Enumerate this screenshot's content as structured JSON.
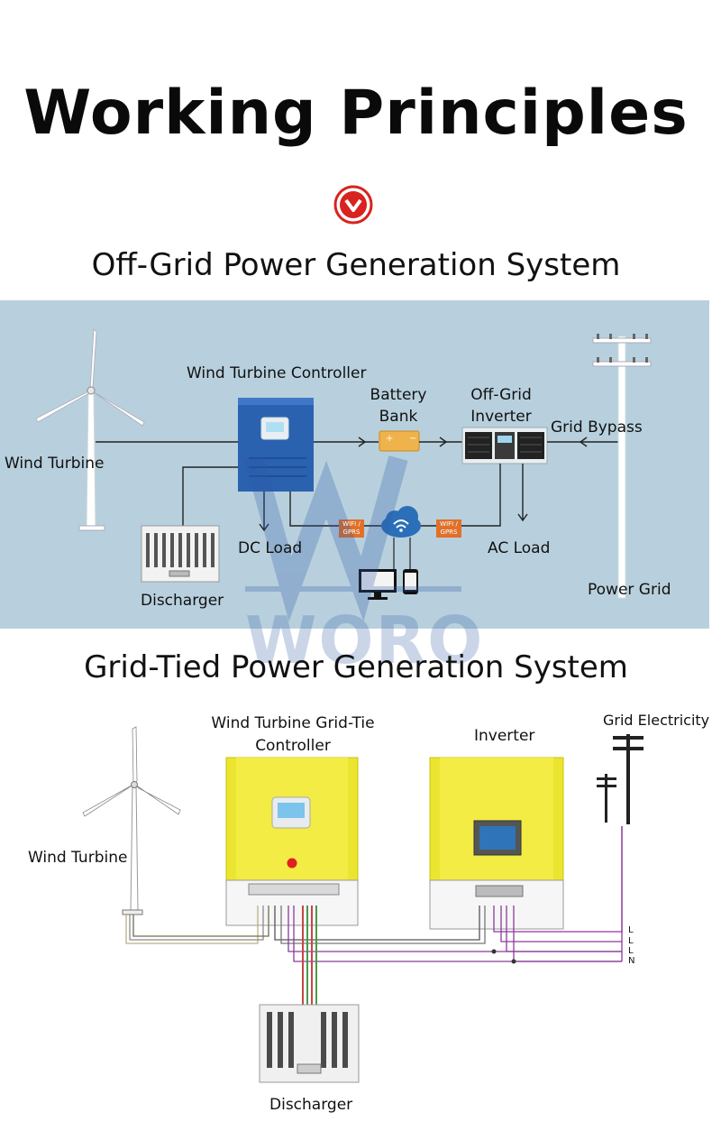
{
  "header": {
    "title": "Working Principles"
  },
  "colors": {
    "panel_bg": "#b8d0dd",
    "badge": "#d9231e",
    "controller_blue": "#2a62b0",
    "inverter_yellow": "#ece52f",
    "watermark": "#2f5aa8"
  },
  "icons": {
    "badge": "chevron-down-circle-icon",
    "cloud": "cloud-wifi-icon",
    "monitor": "monitor-icon",
    "phone": "phone-icon"
  },
  "off_grid": {
    "title": "Off-Grid Power Generation System",
    "labels": {
      "wind_turbine": "Wind Turbine",
      "controller": "Wind Turbine Controller",
      "battery_line1": "Battery",
      "battery_line2": "Bank",
      "inverter_line1": "Off-Grid",
      "inverter_line2": "Inverter",
      "grid_bypass": "Grid Bypass",
      "dc_load": "DC Load",
      "ac_load": "AC Load",
      "power_grid": "Power Grid",
      "discharger": "Discharger",
      "wifi_tag_1_line1": "WIFI /",
      "wifi_tag_1_line2": "GPRS",
      "wifi_tag_2_line1": "WIFI /",
      "wifi_tag_2_line2": "GPRS"
    }
  },
  "grid_tied": {
    "title": "Grid-Tied Power Generation System",
    "labels": {
      "controller_line1": "Wind Turbine Grid-Tie",
      "controller_line2": "Controller",
      "inverter": "Inverter",
      "grid_electricity": "Grid Electricity",
      "wind_turbine": "Wind Turbine",
      "discharger": "Discharger",
      "line_l1": "L",
      "line_l2": "L",
      "line_l3": "L",
      "line_n": "N"
    }
  },
  "watermark": {
    "text": "WORO"
  }
}
